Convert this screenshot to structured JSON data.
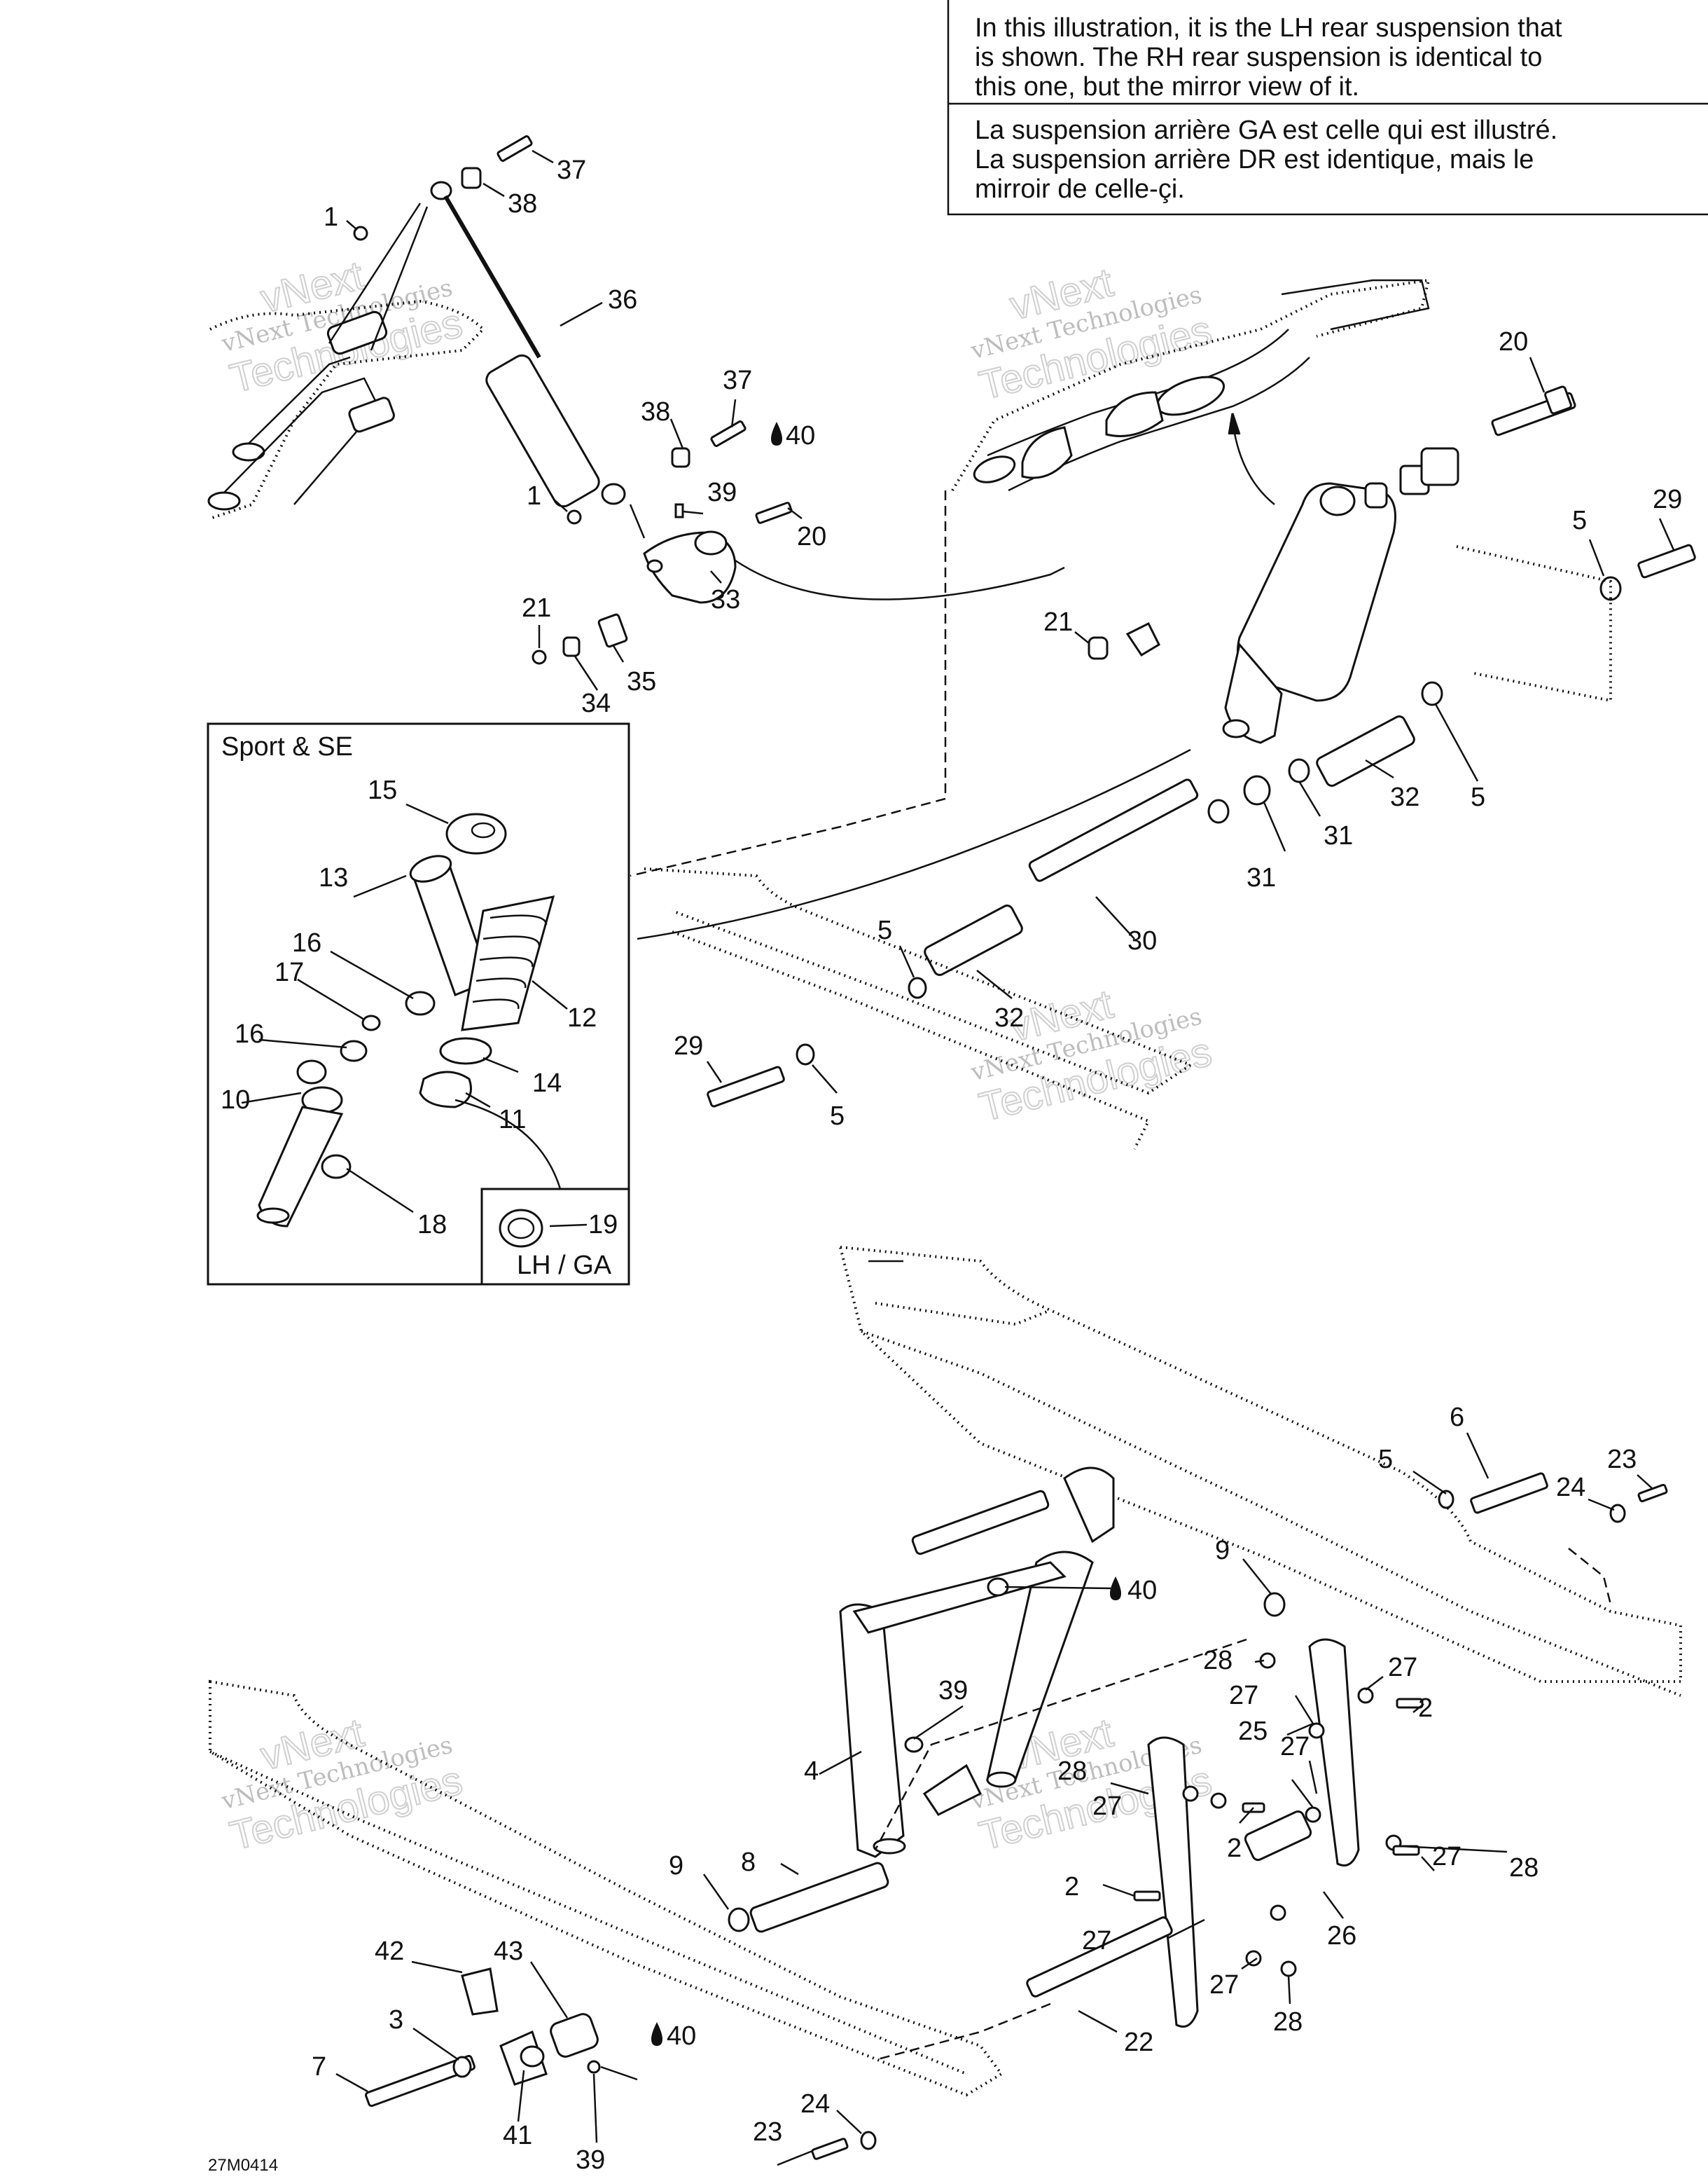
{
  "notes": {
    "english": [
      "In this illustration, it is the LH rear suspension that",
      "is shown. The RH rear suspension is identical to",
      "this one, but the mirror view of it."
    ],
    "french": [
      "La suspension arrière GA est celle qui est illustré.",
      "La suspension arrière DR est identique, mais le",
      "mirroir de celle-çi."
    ]
  },
  "inset": {
    "title": "Sport & SE",
    "sub_label": "LH / GA"
  },
  "watermark": {
    "line1": "vNext Technologies",
    "line2": "vNext",
    "line3": "Technologies"
  },
  "drawing_code": "27M0414",
  "callouts": {
    "c37a": "37",
    "c38a": "38",
    "c1a": "1",
    "c36": "36",
    "c37b": "37",
    "c38b": "38",
    "c40a": "40",
    "c1b": "1",
    "c39a": "39",
    "c20a": "20",
    "c33": "33",
    "c21a": "21",
    "c35": "35",
    "c34": "34",
    "c20b": "20",
    "c29a": "29",
    "c5a": "5",
    "c21b": "21",
    "c32a": "32",
    "c5b": "5",
    "c31a": "31",
    "c31b": "31",
    "c30": "30",
    "c5c": "5",
    "c32b": "32",
    "c29b": "29",
    "c5d": "5",
    "c15": "15",
    "c13": "13",
    "c16a": "16",
    "c12": "12",
    "c17": "17",
    "c16b": "16",
    "c14": "14",
    "c10": "10",
    "c11": "11",
    "c18": "18",
    "c19": "19",
    "c6": "6",
    "c5e": "5",
    "c23a": "23",
    "c24a": "24",
    "c9a": "9",
    "c40b": "40",
    "c39b": "39",
    "c28a": "28",
    "c27a": "27",
    "c27b": "27",
    "c2a": "2",
    "c25": "25",
    "c4": "4",
    "c28b": "28",
    "c27c": "27",
    "c27d": "27",
    "c2b": "2",
    "c27e": "27",
    "c28c": "28",
    "c8": "8",
    "c9b": "9",
    "c2c": "2",
    "c26": "26",
    "c27f": "27",
    "c27g": "27",
    "c28d": "28",
    "c42": "42",
    "c43": "43",
    "c3": "3",
    "c7": "7",
    "c41": "41",
    "c40c": "40",
    "c39c": "39",
    "c22": "22",
    "c24b": "24",
    "c23b": "23"
  }
}
